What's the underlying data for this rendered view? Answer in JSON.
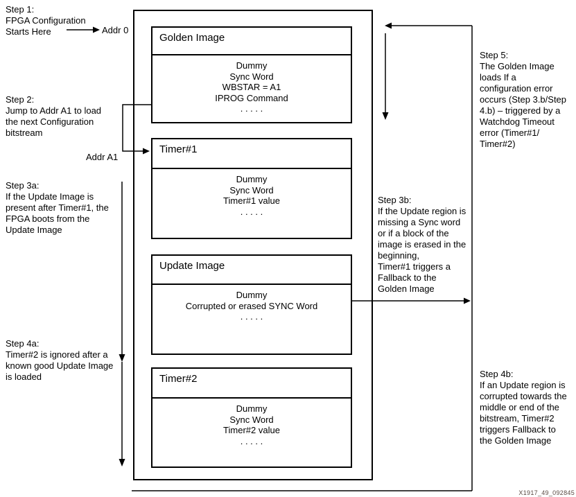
{
  "figure_id": "X1917_49_092845",
  "labels": {
    "addr0": "Addr 0",
    "addrA1": "Addr A1"
  },
  "steps": {
    "step1": {
      "lines": [
        "Step 1:",
        "FPGA Configuration",
        "Starts Here"
      ]
    },
    "step2": {
      "lines": [
        "Step 2:",
        "Jump to Addr A1 to load",
        "the next Configuration",
        "bitstream"
      ]
    },
    "step3a": {
      "lines": [
        "Step 3a:",
        "If the Update Image is",
        "present after Timer#1, the",
        "FPGA boots from the",
        "Update Image"
      ]
    },
    "step4a": {
      "lines": [
        "Step 4a:",
        "Timer#2 is ignored after a",
        "known good Update Image",
        "is loaded"
      ]
    },
    "step3b": {
      "lines": [
        "Step 3b:",
        "If the Update region is",
        "missing a Sync word",
        "or if a block of the",
        "image is erased in the",
        "beginning,",
        "Timer#1 triggers a",
        "Fallback to the",
        "Golden Image"
      ]
    },
    "step4b": {
      "lines": [
        "Step 4b:",
        "If an Update region is",
        "corrupted towards the",
        "middle or end of the",
        "bitstream, Timer#2",
        "triggers Fallback to",
        "the Golden Image"
      ]
    },
    "step5": {
      "lines": [
        "Step 5:",
        "The Golden Image",
        "loads If a",
        "configuration error",
        "occurs (Step 3.b/Step",
        "4.b) – triggered by a",
        "Watchdog Timeout",
        "error (Timer#1/",
        "Timer#2)"
      ]
    }
  },
  "memory_map": {
    "sections": [
      {
        "title": "Golden Image",
        "lines": [
          "Dummy",
          "Sync Word",
          "WBSTAR = A1",
          "IPROG Command",
          ". . . . ."
        ]
      },
      {
        "title": "Timer#1",
        "lines": [
          "Dummy",
          "Sync Word",
          "Timer#1 value",
          ". . . . ."
        ]
      },
      {
        "title": "Update Image",
        "lines": [
          "Dummy",
          "Corrupted or erased SYNC Word",
          ". . . . ."
        ]
      },
      {
        "title": "Timer#2",
        "lines": [
          "Dummy",
          "Sync Word",
          "Timer#2 value",
          ". . . . ."
        ]
      }
    ]
  },
  "colors": {
    "line": "#000000",
    "background": "#ffffff",
    "figure_id_text": "#5a4a42"
  }
}
